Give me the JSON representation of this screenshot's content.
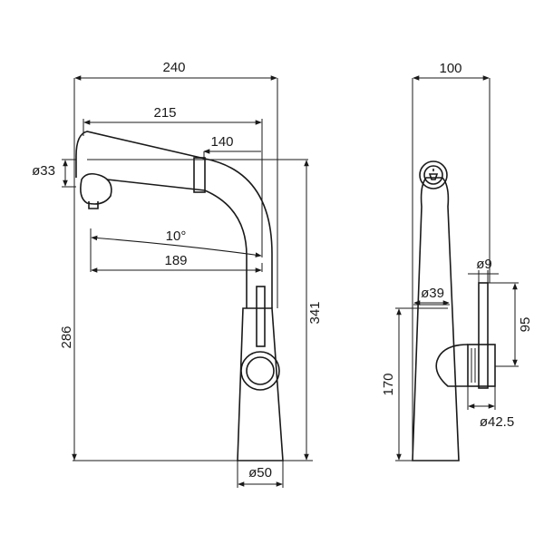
{
  "drawing": {
    "front_view": {
      "dims": {
        "overall_width": "240",
        "spout_reach": "215",
        "pullout_length": "140",
        "spout_diameter": "ø33",
        "tilt_angle": "10°",
        "inner_reach": "189",
        "spout_height": "286",
        "total_height": "341",
        "base_diameter": "ø50"
      }
    },
    "side_view": {
      "dims": {
        "overall_depth": "100",
        "lever_diameter": "ø9",
        "body_diameter": "ø39",
        "lever_height": "95",
        "handle_height": "170",
        "handle_diameter": "ø42.5"
      }
    }
  }
}
